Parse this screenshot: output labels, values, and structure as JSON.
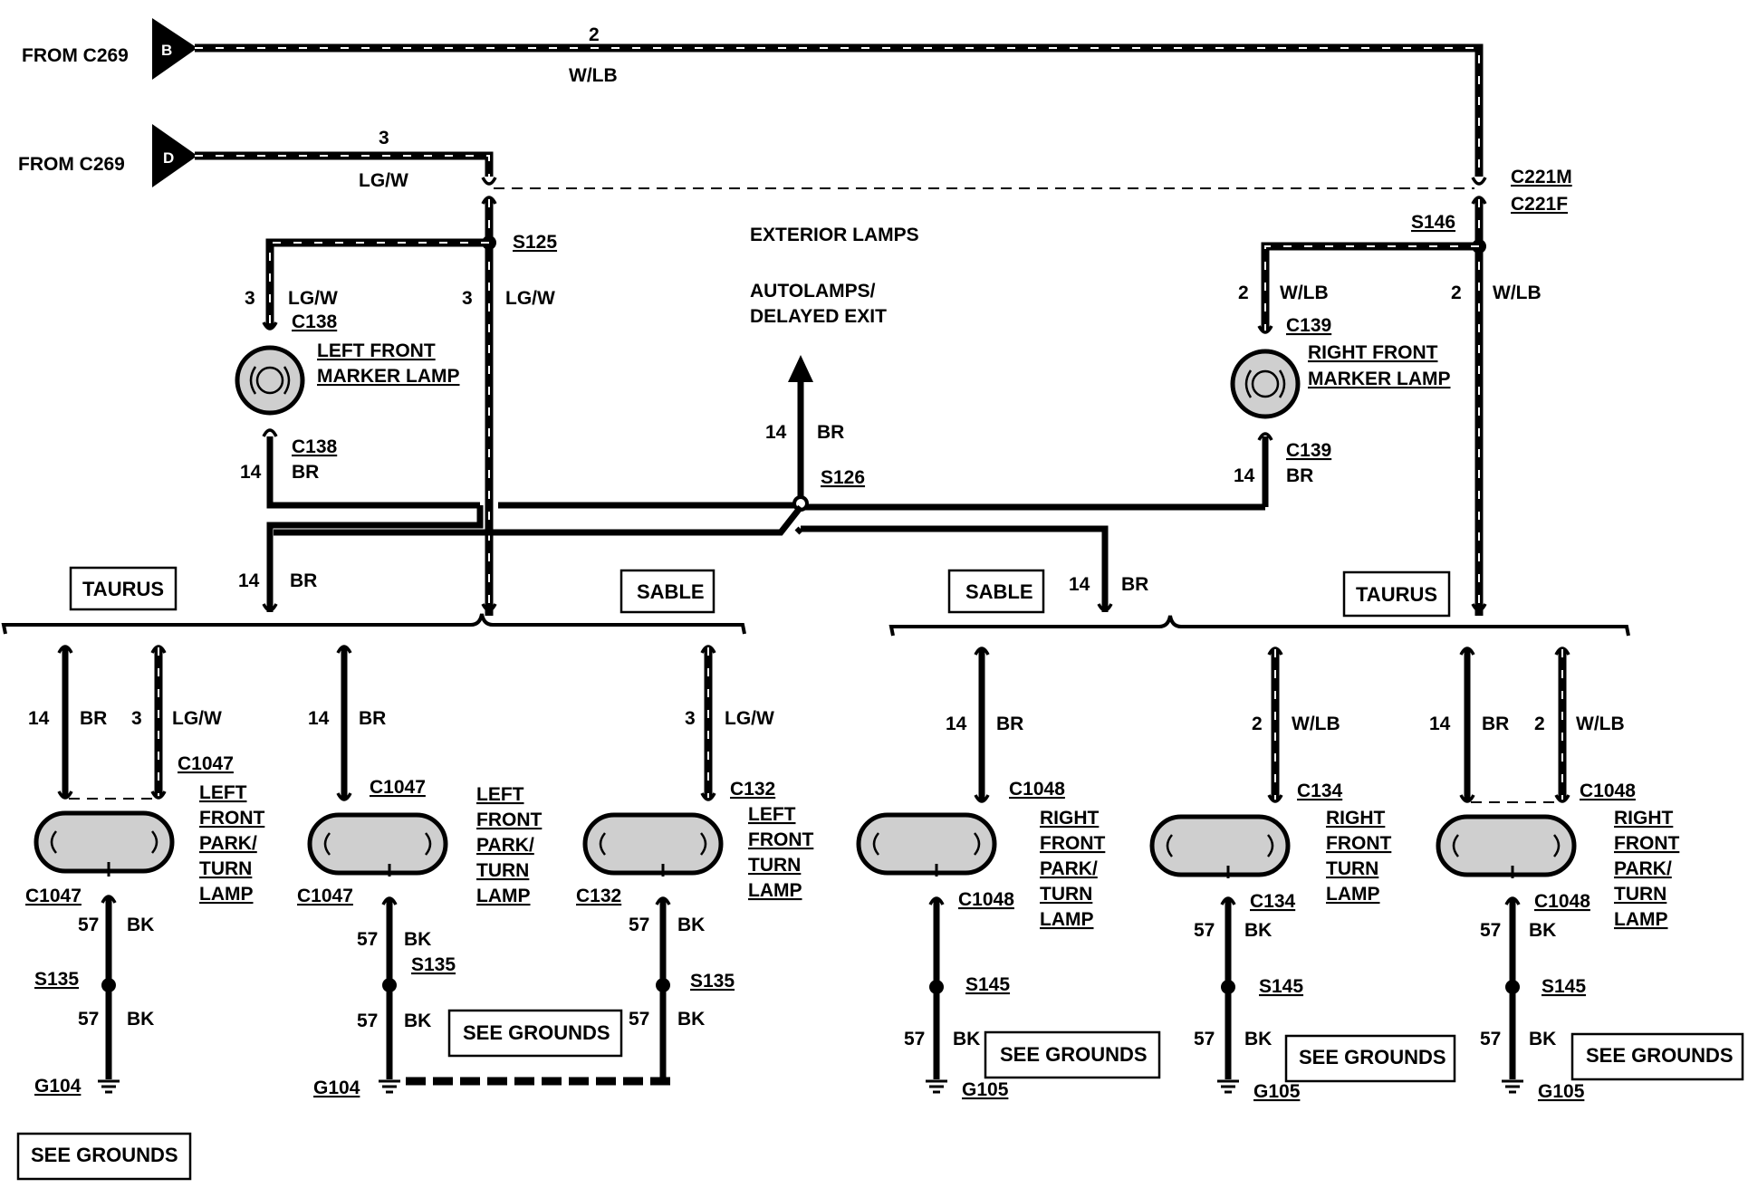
{
  "header": {
    "connector_b": {
      "from": "FROM C269",
      "pin": "B",
      "circuit": "2",
      "color": "W/LB"
    },
    "connector_d": {
      "from": "FROM C269",
      "pin": "D",
      "circuit": "3",
      "color": "LG/W"
    },
    "c221m": "C221M",
    "c221f": "C221F"
  },
  "center": {
    "exterior": "EXTERIOR LAMPS",
    "autolamps_1": "AUTOLAMPS/",
    "autolamps_2": "DELAYED EXIT",
    "s125": "S125",
    "s126": "S126",
    "s146": "S146",
    "v14": "14",
    "vbr": "BR"
  },
  "left_marker": {
    "c3": "3",
    "clgw": "LG/W",
    "conn_top": "C138",
    "name1": "LEFT FRONT",
    "name2": "MARKER LAMP",
    "conn_bot": "C138",
    "c14": "14",
    "cbr": "BR",
    "main3": "3",
    "mainlgw": "LG/W"
  },
  "right_marker": {
    "c2": "2",
    "cwlb": "W/LB",
    "conn_top": "C139",
    "name1": "RIGHT FRONT",
    "name2": "MARKER LAMP",
    "conn_bot": "C139",
    "c14": "14",
    "cbr": "BR",
    "main2": "2",
    "mainwlb": "W/LB"
  },
  "drops": {
    "l14": "14",
    "lbr": "BR",
    "r14": "14",
    "rbr": "BR"
  },
  "boxes": {
    "taurus_l": "TAURUS",
    "sable_l": "SABLE",
    "sable_r": "SABLE",
    "taurus_r": "TAURUS",
    "see_grounds": "SEE GROUNDS"
  },
  "lamp1": {
    "w14": "14",
    "wbr": "BR",
    "w3": "3",
    "wlgw": "LG/W",
    "conn": "C1047",
    "n1": "LEFT",
    "n2": "FRONT",
    "n3": "PARK/",
    "n4": "TURN",
    "n5": "LAMP",
    "connb": "C1047",
    "g57a": "57",
    "gbka": "BK",
    "splice": "S135",
    "g57b": "57",
    "gbkb": "BK",
    "ground": "G104"
  },
  "lamp2": {
    "w14": "14",
    "wbr": "BR",
    "conn": "C1047",
    "n1": "LEFT",
    "n2": "FRONT",
    "n3": "PARK/",
    "n4": "TURN",
    "n5": "LAMP",
    "connb": "C1047",
    "g57a": "57",
    "gbka": "BK",
    "splice": "S135",
    "g57b": "57",
    "gbkb": "BK",
    "ground": "G104"
  },
  "lamp3": {
    "w3": "3",
    "wlgw": "LG/W",
    "conn": "C132",
    "n1": "LEFT",
    "n2": "FRONT",
    "n3": "TURN",
    "n4": "LAMP",
    "connb": "C132",
    "g57a": "57",
    "gbka": "BK",
    "splice": "S135",
    "g57b": "57",
    "gbkb": "BK"
  },
  "lamp4": {
    "w14": "14",
    "wbr": "BR",
    "conn": "C1048",
    "n1": "RIGHT",
    "n2": "FRONT",
    "n3": "PARK/",
    "n4": "TURN",
    "n5": "LAMP",
    "connb": "C1048",
    "splice": "S145",
    "g57": "57",
    "gbk": "BK",
    "ground": "G105"
  },
  "lamp5": {
    "w2": "2",
    "wwlb": "W/LB",
    "conn": "C134",
    "n1": "RIGHT",
    "n2": "FRONT",
    "n3": "TURN",
    "n4": "LAMP",
    "connb": "C134",
    "g57a": "57",
    "gbka": "BK",
    "splice": "S145",
    "g57b": "57",
    "gbkb": "BK",
    "ground": "G105"
  },
  "lamp6": {
    "w14": "14",
    "wbr": "BR",
    "w2": "2",
    "wwlb": "W/LB",
    "conn": "C1048",
    "n1": "RIGHT",
    "n2": "FRONT",
    "n3": "PARK/",
    "n4": "TURN",
    "n5": "LAMP",
    "connb": "C1048",
    "g57a": "57",
    "gbka": "BK",
    "splice": "S145",
    "g57b": "57",
    "gbkb": "BK",
    "ground": "G105"
  }
}
